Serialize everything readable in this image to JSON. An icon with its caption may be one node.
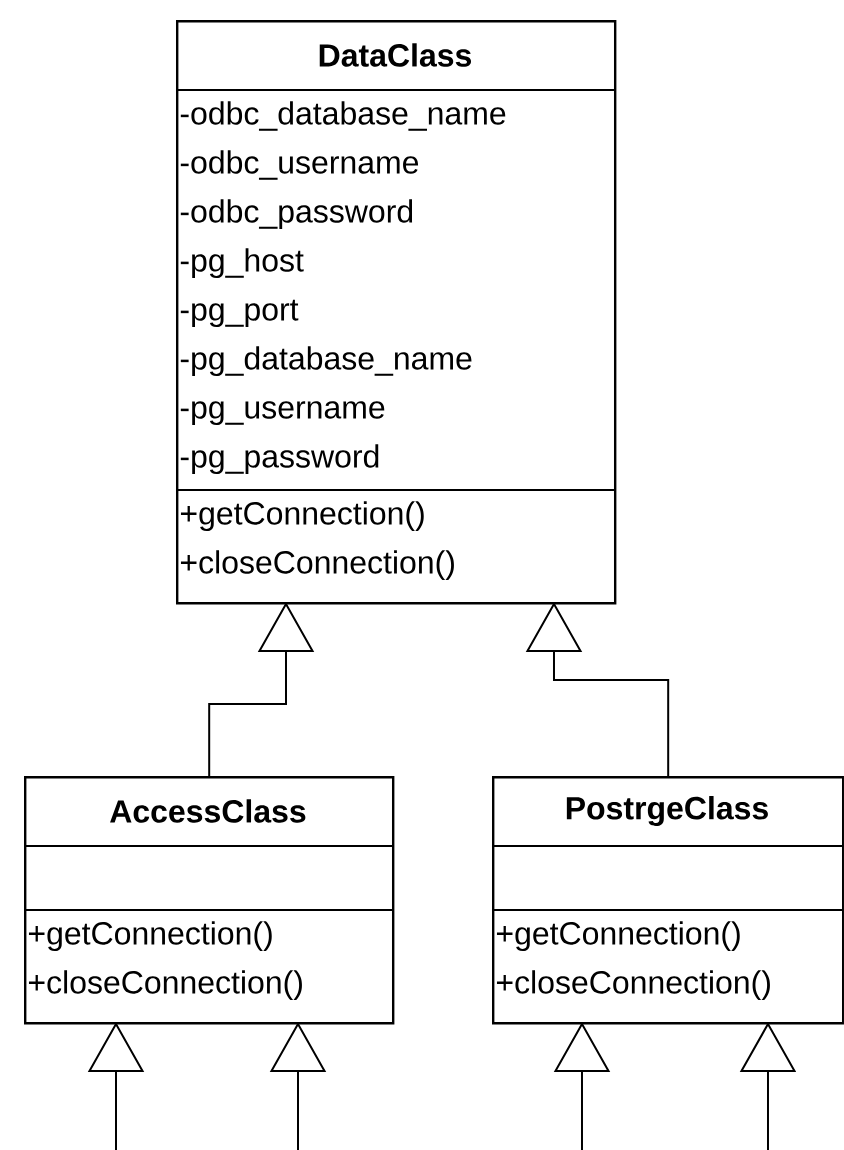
{
  "diagram": {
    "nodes": [
      {
        "text": [
          "DataClass",
          "-odbc_database_name",
          "-odbc_username",
          "-odbc_password",
          "-pg_host",
          "-pg_port",
          "-pg_database_name",
          "-pg_username",
          "-pg_password",
          "+getConnection()",
          "+closeConnection()"
        ]
      },
      {
        "text": [
          "AccessClass",
          "+getConnection()",
          "+closeConnection()"
        ]
      },
      {
        "text": [
          "PostrgeClass",
          "+getConnection()",
          "+closeConnection()"
        ]
      }
    ],
    "edges": [
      {
        "from": 1,
        "to": 0,
        "arrow": "to"
      },
      {
        "from": 2,
        "to": 0,
        "arrow": "to"
      },
      {
        "from": null,
        "to": 1,
        "arrow": "to"
      },
      {
        "from": null,
        "to": 1,
        "arrow": "to"
      },
      {
        "from": null,
        "to": 2,
        "arrow": "to"
      },
      {
        "from": null,
        "to": 2,
        "arrow": "to"
      }
    ]
  }
}
